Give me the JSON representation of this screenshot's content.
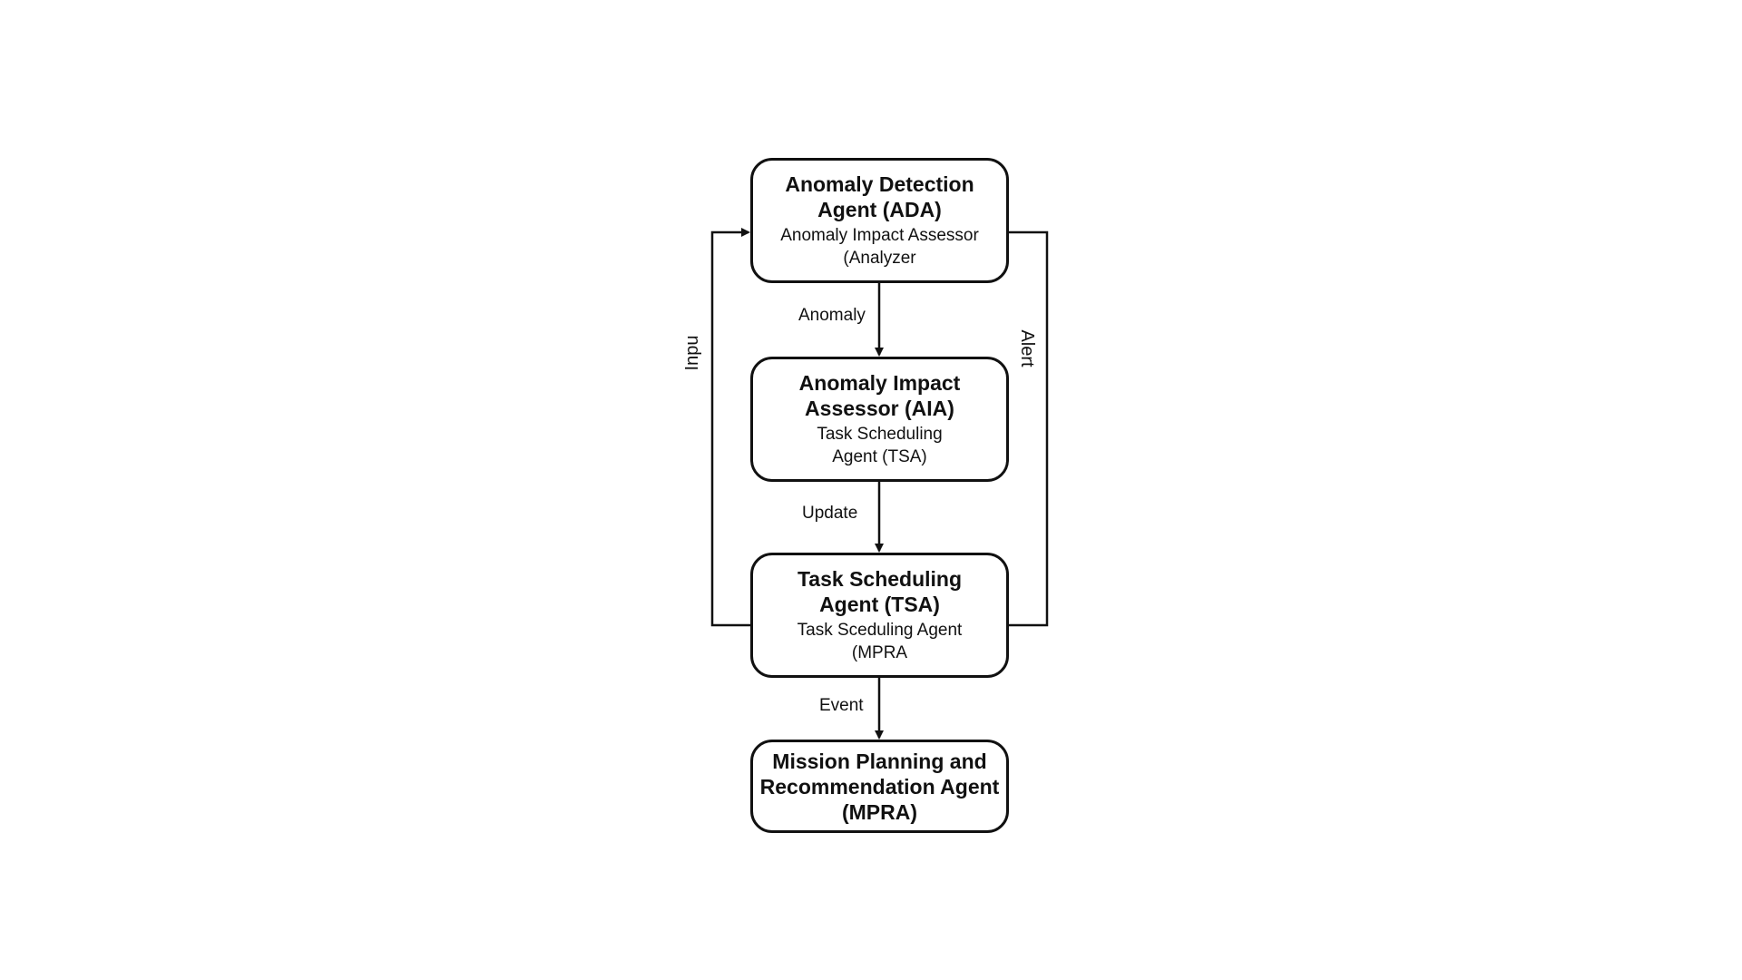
{
  "nodes": {
    "ada": {
      "title": "Anomaly Detection\nAgent (ADA)",
      "subtitle": "Anomaly Impact Assessor\n(Analyzer"
    },
    "aia": {
      "title": "Anomaly Impact\nAssessor (AIA)",
      "subtitle": "Task Scheduling\nAgent (TSA)"
    },
    "tsa": {
      "title": "Task Scheduling\nAgent (TSA)",
      "subtitle": "Task Sceduling Agent\n(MPRA"
    },
    "mpra": {
      "title": "Mission Planning and\nRecommendation Agent\n(MPRA)"
    }
  },
  "edges": {
    "ada_to_aia": "Anomaly",
    "aia_to_tsa": "Update",
    "tsa_to_mpra": "Event",
    "tsa_to_ada_feedback": "Inpu",
    "ada_to_tsa_side": "Alert"
  },
  "colors": {
    "stroke": "#111111",
    "background": "#ffffff"
  }
}
